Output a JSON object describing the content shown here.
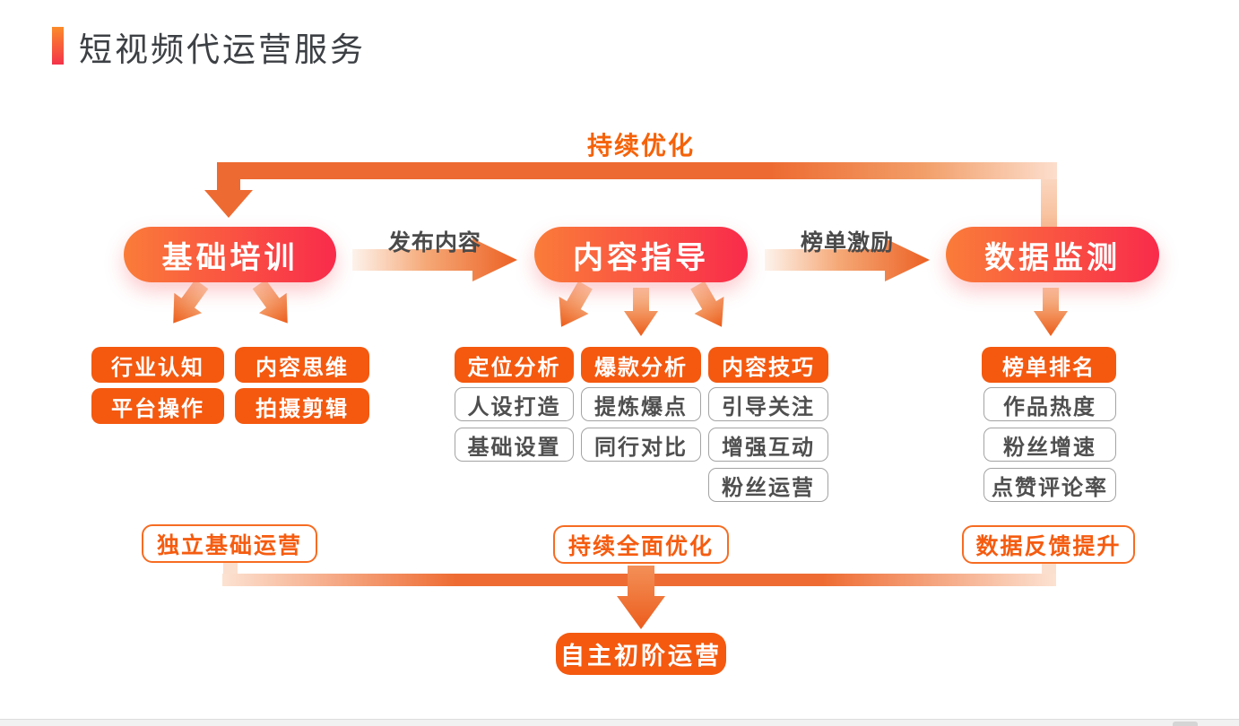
{
  "header": {
    "title": "短视频代运营服务"
  },
  "loop": {
    "label": "持续优化"
  },
  "flow": {
    "nodes": [
      {
        "label": "基础培训"
      },
      {
        "label": "内容指导"
      },
      {
        "label": "数据监测"
      }
    ],
    "edges": [
      {
        "label": "发布内容"
      },
      {
        "label": "榜单激励"
      }
    ]
  },
  "groups": {
    "training": {
      "items": [
        "行业认知",
        "内容思维",
        "平台操作",
        "拍摄剪辑"
      ]
    },
    "content": {
      "cols": [
        {
          "head": "定位分析",
          "items": [
            "人设打造",
            "基础设置"
          ]
        },
        {
          "head": "爆款分析",
          "items": [
            "提炼爆点",
            "同行对比"
          ]
        },
        {
          "head": "内容技巧",
          "items": [
            "引导关注",
            "增强互动",
            "粉丝运营"
          ]
        }
      ]
    },
    "monitor": {
      "head": "榜单排名",
      "items": [
        "作品热度",
        "粉丝增速",
        "点赞评论率"
      ]
    }
  },
  "stages": [
    {
      "label": "独立基础运营"
    },
    {
      "label": "持续全面优化"
    },
    {
      "label": "数据反馈提升"
    }
  ],
  "final": {
    "label": "自主初阶运营"
  },
  "colors": {
    "accent_orange": "#f4590f",
    "pill_gradient_start": "#fa7c39",
    "pill_gradient_end": "#f92b4b",
    "loop_orange": "#ed6b32",
    "outline_gray": "#a3a3a3",
    "text_dark": "#4a4a4a"
  }
}
